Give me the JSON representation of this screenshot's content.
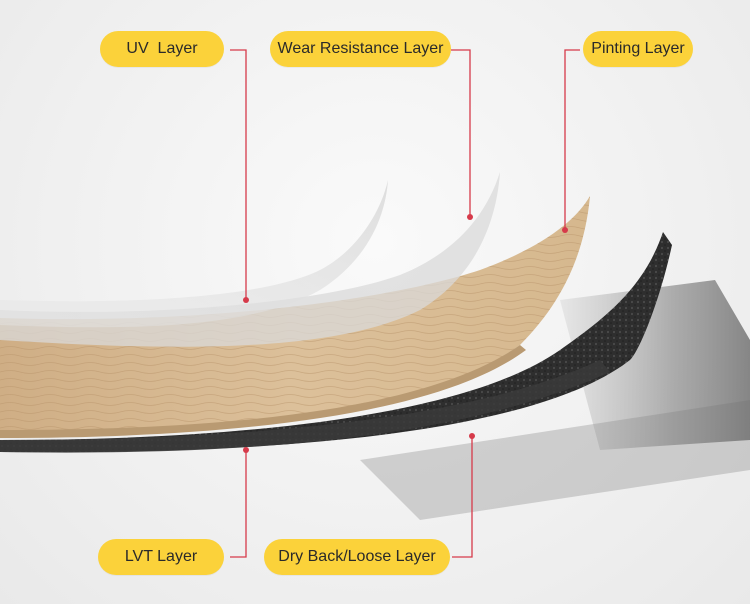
{
  "labels": {
    "uv": "UV  Layer",
    "wear": "Wear Resistance Layer",
    "printing": "Pinting Layer",
    "lvt": "LVT Layer",
    "dryback": "Dry Back/Loose Layer"
  },
  "colors": {
    "label_bg": "#fbd23a",
    "leader_line": "#d63a4a",
    "wood": "#d8bb93",
    "backing": "#2b2b2b"
  }
}
